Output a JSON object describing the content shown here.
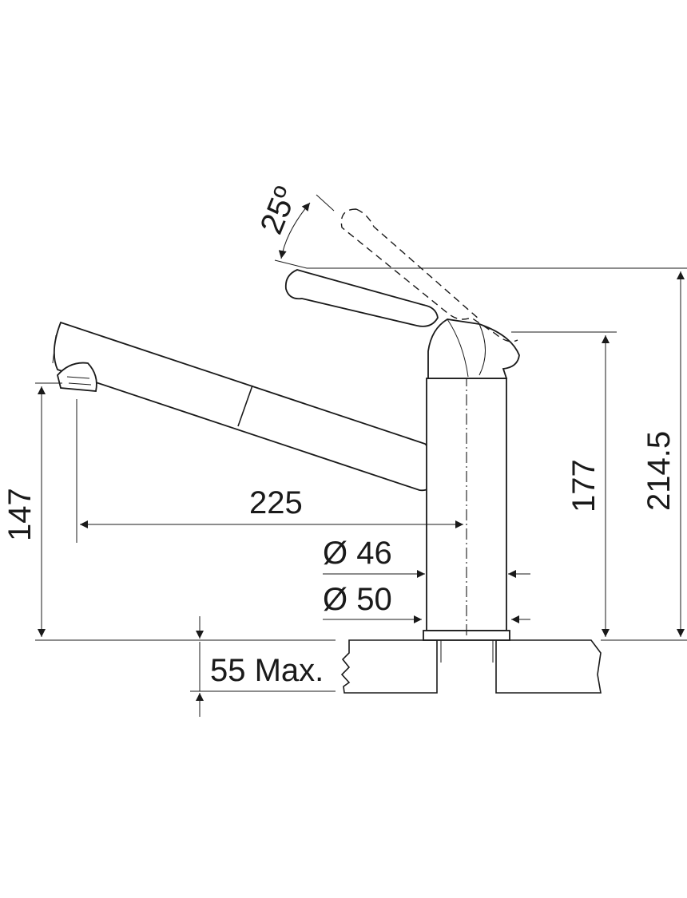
{
  "colors": {
    "ink": "#1a1a1a",
    "background": "#ffffff"
  },
  "dimensions": {
    "lever_angle": "25º",
    "spout_height": "147",
    "spout_reach": "225",
    "body_height": "177",
    "total_height": "214.5",
    "diameter_small": "Ø 46",
    "diameter_large": "Ø 50",
    "max_counter_thickness": "55 Max."
  }
}
